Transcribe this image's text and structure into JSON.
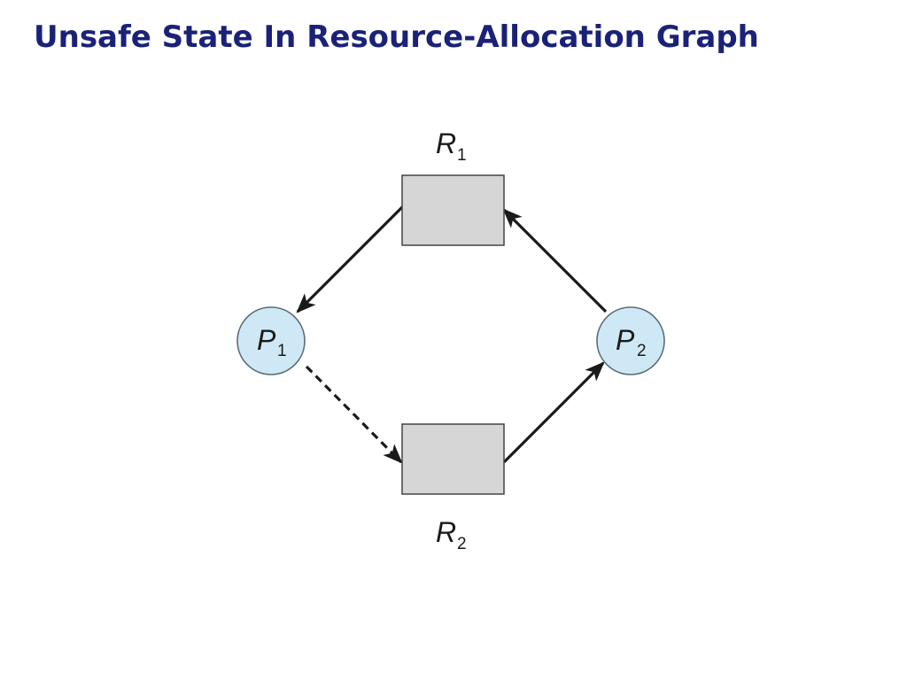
{
  "slide": {
    "title": "Unsafe State In Resource-Allocation Graph"
  },
  "colors": {
    "title": "#1a2278",
    "process_fill": "#cfe8f5",
    "process_stroke": "#5a6a78",
    "resource_fill": "#d6d6d6",
    "resource_stroke": "#444444",
    "edge": "#1a1a1a"
  },
  "diagram": {
    "resources": [
      {
        "id": "R1",
        "letter": "R",
        "subscript": "1"
      },
      {
        "id": "R2",
        "letter": "R",
        "subscript": "2"
      }
    ],
    "processes": [
      {
        "id": "P1",
        "letter": "P",
        "subscript": "1"
      },
      {
        "id": "P2",
        "letter": "P",
        "subscript": "2"
      }
    ],
    "edges": [
      {
        "from": "R1",
        "to": "P1",
        "kind": "assignment",
        "style": "solid"
      },
      {
        "from": "P1",
        "to": "R2",
        "kind": "claim",
        "style": "dashed"
      },
      {
        "from": "R2",
        "to": "P2",
        "kind": "assignment",
        "style": "solid"
      },
      {
        "from": "P2",
        "to": "R1",
        "kind": "request",
        "style": "solid"
      }
    ]
  }
}
